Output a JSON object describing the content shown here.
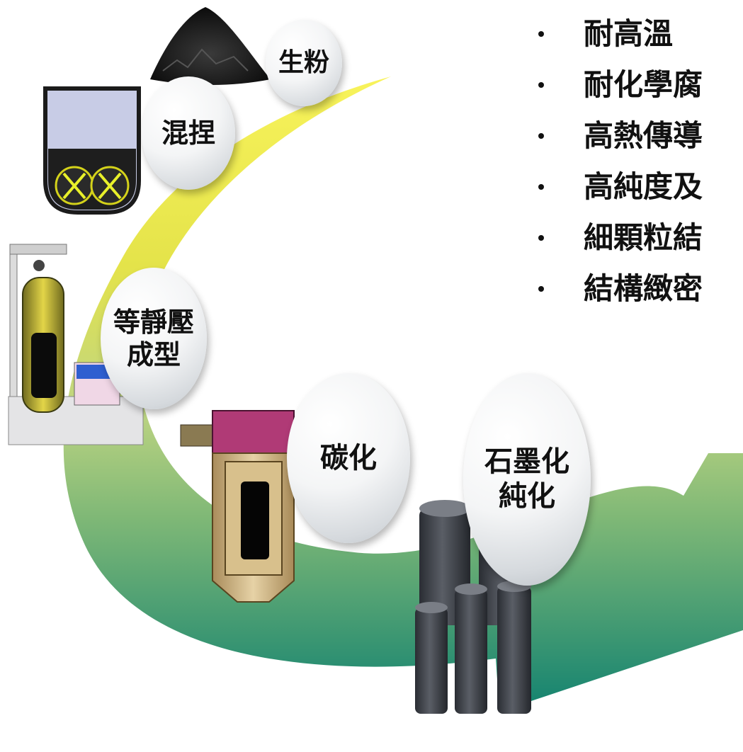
{
  "steps": [
    {
      "id": "raw_powder",
      "lines": [
        "生粉"
      ]
    },
    {
      "id": "kneading",
      "lines": [
        "混捏"
      ]
    },
    {
      "id": "isostatic",
      "lines": [
        "等靜壓",
        "成型"
      ]
    },
    {
      "id": "carbonization",
      "lines": [
        "碳化"
      ]
    },
    {
      "id": "graphitization",
      "lines": [
        "石墨化",
        "純化"
      ]
    }
  ],
  "features": [
    "耐高溫",
    "耐化學腐",
    "高熱傳導",
    "高純度及",
    "細顆粒結",
    "結構緻密"
  ],
  "colors": {
    "arrow_top": "#f7f25a",
    "arrow_mid": "#a9c86a",
    "arrow_bottom": "#1b8270",
    "text": "#111111"
  }
}
